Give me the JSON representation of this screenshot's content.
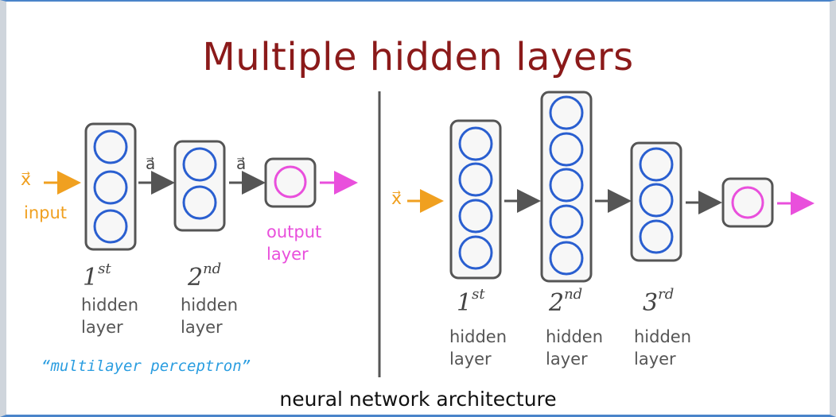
{
  "title": "Multiple hidden layers",
  "left": {
    "input_symbol": "x⃗",
    "input_label": "input",
    "activation_symbol": "a⃗",
    "output_label_1": "output",
    "output_label_2": "layer",
    "layers": [
      {
        "ordinal": "1",
        "suffix": "st",
        "line1": "hidden",
        "line2": "layer"
      },
      {
        "ordinal": "2",
        "suffix": "nd",
        "line1": "hidden",
        "line2": "layer"
      }
    ],
    "note": "“multilayer perceptron”"
  },
  "right": {
    "input_symbol": "x⃗",
    "layers": [
      {
        "ordinal": "1",
        "suffix": "st",
        "line1": "hidden",
        "line2": "layer"
      },
      {
        "ordinal": "2",
        "suffix": "nd",
        "line1": "hidden",
        "line2": "layer"
      },
      {
        "ordinal": "3",
        "suffix": "rd",
        "line1": "hidden",
        "line2": "layer"
      }
    ]
  },
  "caption": "neural network architecture",
  "colors": {
    "title": "#8b1a1a",
    "neuron": "#2a5fd0",
    "output_neuron": "#e94fdc",
    "input_arrow": "#f0a020",
    "arrow": "#555555",
    "note": "#2a9de0"
  }
}
